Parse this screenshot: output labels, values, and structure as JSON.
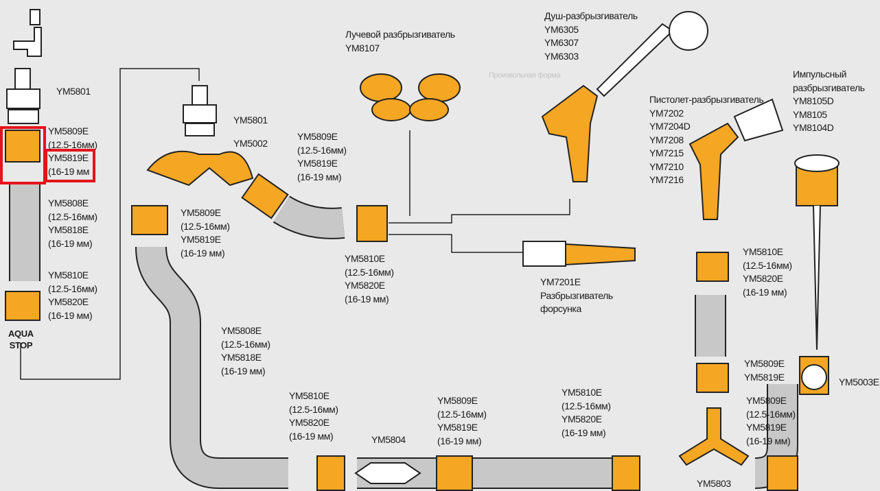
{
  "labels": {
    "tap_adapter": "YM5801",
    "left_connector": [
      "YM5809E",
      "(12.5-16мм)",
      "YM5819E",
      "(16-19 мм"
    ],
    "left_repair": [
      "YM5808E",
      "(12.5-16мм)",
      "YM5818E",
      "(16-19 мм)"
    ],
    "left_stop": [
      "YM5810E",
      "(12.5-16мм)",
      "YM5820E",
      "(16-19 мм)"
    ],
    "aqua_stop": [
      "AQUA",
      "STOP"
    ],
    "y_adapter": "YM5801",
    "y_splitter": "YM5002",
    "mid_connector": [
      "YM5809E",
      "(12.5-16мм)",
      "YM5819E",
      "(16-19 мм)"
    ],
    "y_out_connector": [
      "YM5809E",
      "(12.5-16мм)",
      "YM5819E",
      "(16-19 мм)"
    ],
    "mid_stop": [
      "YM5810E",
      "(12.5-16мм)",
      "YM5820E",
      "(16-19 мм)"
    ],
    "beam_sprinkler": [
      "Лучевой разбрызгиватель",
      "YM8107"
    ],
    "shower_sprinkler": [
      "Душ-разбрызгиватель",
      "YM6305",
      "YM6307",
      "YM6303"
    ],
    "freeform_hint": "Произвольная форма",
    "pistol_sprinkler": [
      "Пистолет-разбрызгиватель",
      "YM7202",
      "YM7204D",
      "YM7208",
      "YM7215",
      "YM7210",
      "YM7216"
    ],
    "impulse_sprinkler": [
      "Импульсный",
      "разбрызгиватель",
      "YM8105D",
      "YM8105",
      "YM8104D"
    ],
    "nozzle": [
      "YM7201E",
      "Разбрызгиватель",
      "форсунка"
    ],
    "lower_repair": [
      "YM5808E",
      "(12.5-16мм)",
      "YM5818E",
      "(16-19 мм)"
    ],
    "bottom_stop_1": [
      "YM5810E",
      "(12.5-16мм)",
      "YM5820E",
      "(16-19 мм)"
    ],
    "bottom_joiner": "YM5804",
    "bottom_connector": [
      "YM5809E",
      "(12.5-16мм)",
      "YM5819E",
      "(16-19 мм)"
    ],
    "bottom_stop_2": [
      "YM5810E",
      "(12.5-16мм)",
      "YM5820E",
      "(16-19 мм)"
    ],
    "right_stop": [
      "YM5810E",
      "(12.5-16мм)",
      "YM5820E",
      "(16-19 мм)"
    ],
    "right_connector_short": [
      "YM5809E",
      "YM5819E"
    ],
    "valve": "YM5003E",
    "right_connector": [
      "YM5809E",
      "(12.5-16мм)",
      "YM5819E",
      "(16-19 мм)"
    ],
    "y_connector_bottom": "YM5803",
    "stop_mark": "STOP"
  },
  "colors": {
    "orange": "#f5a623",
    "hose": "#c8c8c8",
    "outline": "#222222",
    "highlight": "#e4141b",
    "background": "#e9e9e9"
  }
}
